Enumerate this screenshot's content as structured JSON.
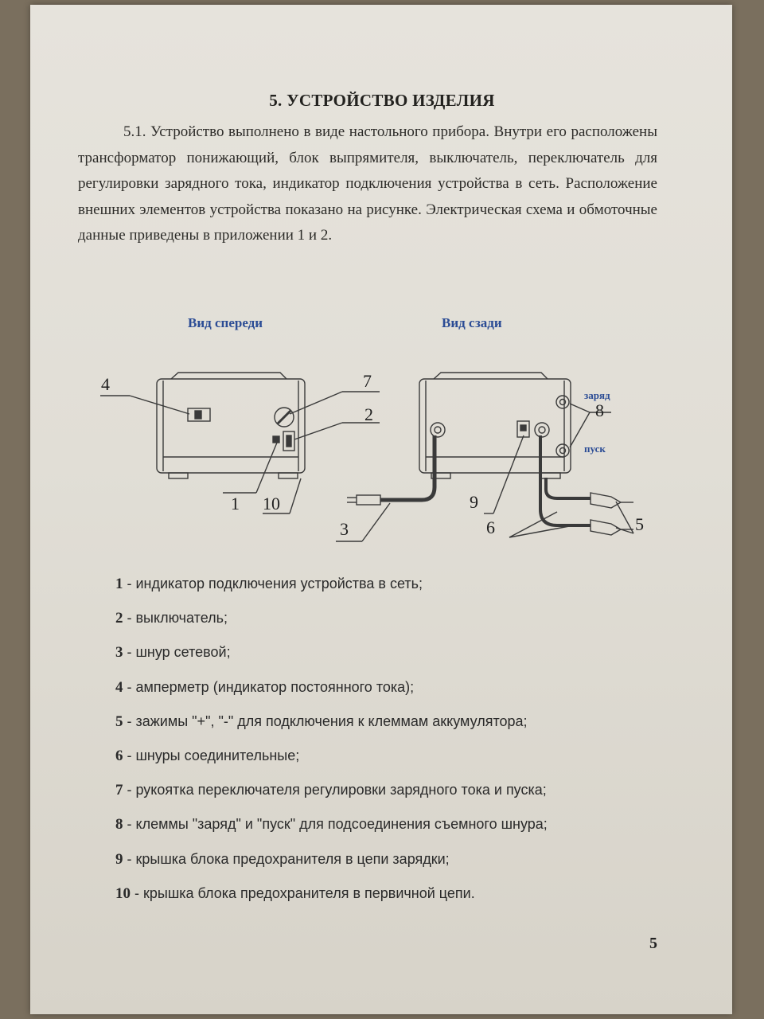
{
  "section": {
    "heading": "5. УСТРОЙСТВО ИЗДЕЛИЯ",
    "paragraph": "5.1. Устройство выполнено в виде настольного прибора. Внутри его расположены трансформатор понижающий, блок выпрямителя, выключатель, переключатель для регулировки зарядного тока, индикатор подключения устройства в сеть. Расположение внешних элементов устройства показано на рисунке. Электрическая схема и обмоточные данные приведены в приложении 1 и 2."
  },
  "figure": {
    "front_title": "Вид спереди",
    "back_title": "Вид сзади",
    "terminal_charge_label": "заряд",
    "terminal_start_label": "пуск",
    "callouts": {
      "c1": "1",
      "c2": "2",
      "c3": "3",
      "c4": "4",
      "c5": "5",
      "c6": "6",
      "c7": "7",
      "c8": "8",
      "c9": "9",
      "c10": "10"
    }
  },
  "legend": [
    {
      "num": "1",
      "text": " - индикатор подключения устройства в сеть;"
    },
    {
      "num": "2",
      "text": " - выключатель;"
    },
    {
      "num": "3",
      "text": " - шнур сетевой;"
    },
    {
      "num": "4",
      "text": " - амперметр (индикатор постоянного тока);"
    },
    {
      "num": "5",
      "text": " - зажимы \"+\", \"-\" для подключения к клеммам аккумулятора;"
    },
    {
      "num": "6",
      "text": " - шнуры соединительные;"
    },
    {
      "num": "7",
      "text": " - рукоятка переключателя регулировки зарядного тока и пуска;"
    },
    {
      "num": "8",
      "text": " - клеммы \"заряд\" и \"пуск\" для подсоединения съемного шнура;"
    },
    {
      "num": "9",
      "text": " -  крышка блока предохранителя в цепи зарядки;"
    },
    {
      "num": "10",
      "text": " - крышка блока предохранителя в первичной цепи."
    }
  ],
  "page_number": "5",
  "colors": {
    "paper": "#e3e0d9",
    "ink": "#2a2a2a",
    "accent_blue": "#2b4c95"
  }
}
